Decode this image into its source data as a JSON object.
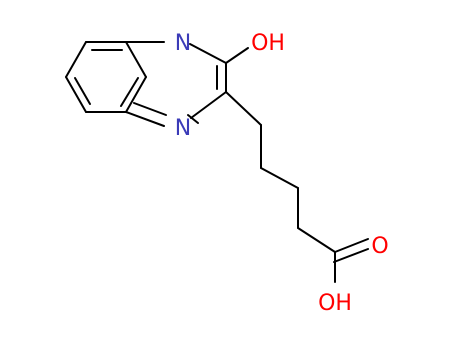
{
  "colors": {
    "background": "#ffffff",
    "bond": "#000000",
    "nitrogen": "#3b3bb8",
    "oxygen": "#ff0000"
  },
  "structure": {
    "atoms": {
      "n_top": "N",
      "n_bottom": "N",
      "hydroxyl_top": "OH",
      "carbonyl_oxygen": "O",
      "acid_hydroxyl": "OH"
    }
  }
}
